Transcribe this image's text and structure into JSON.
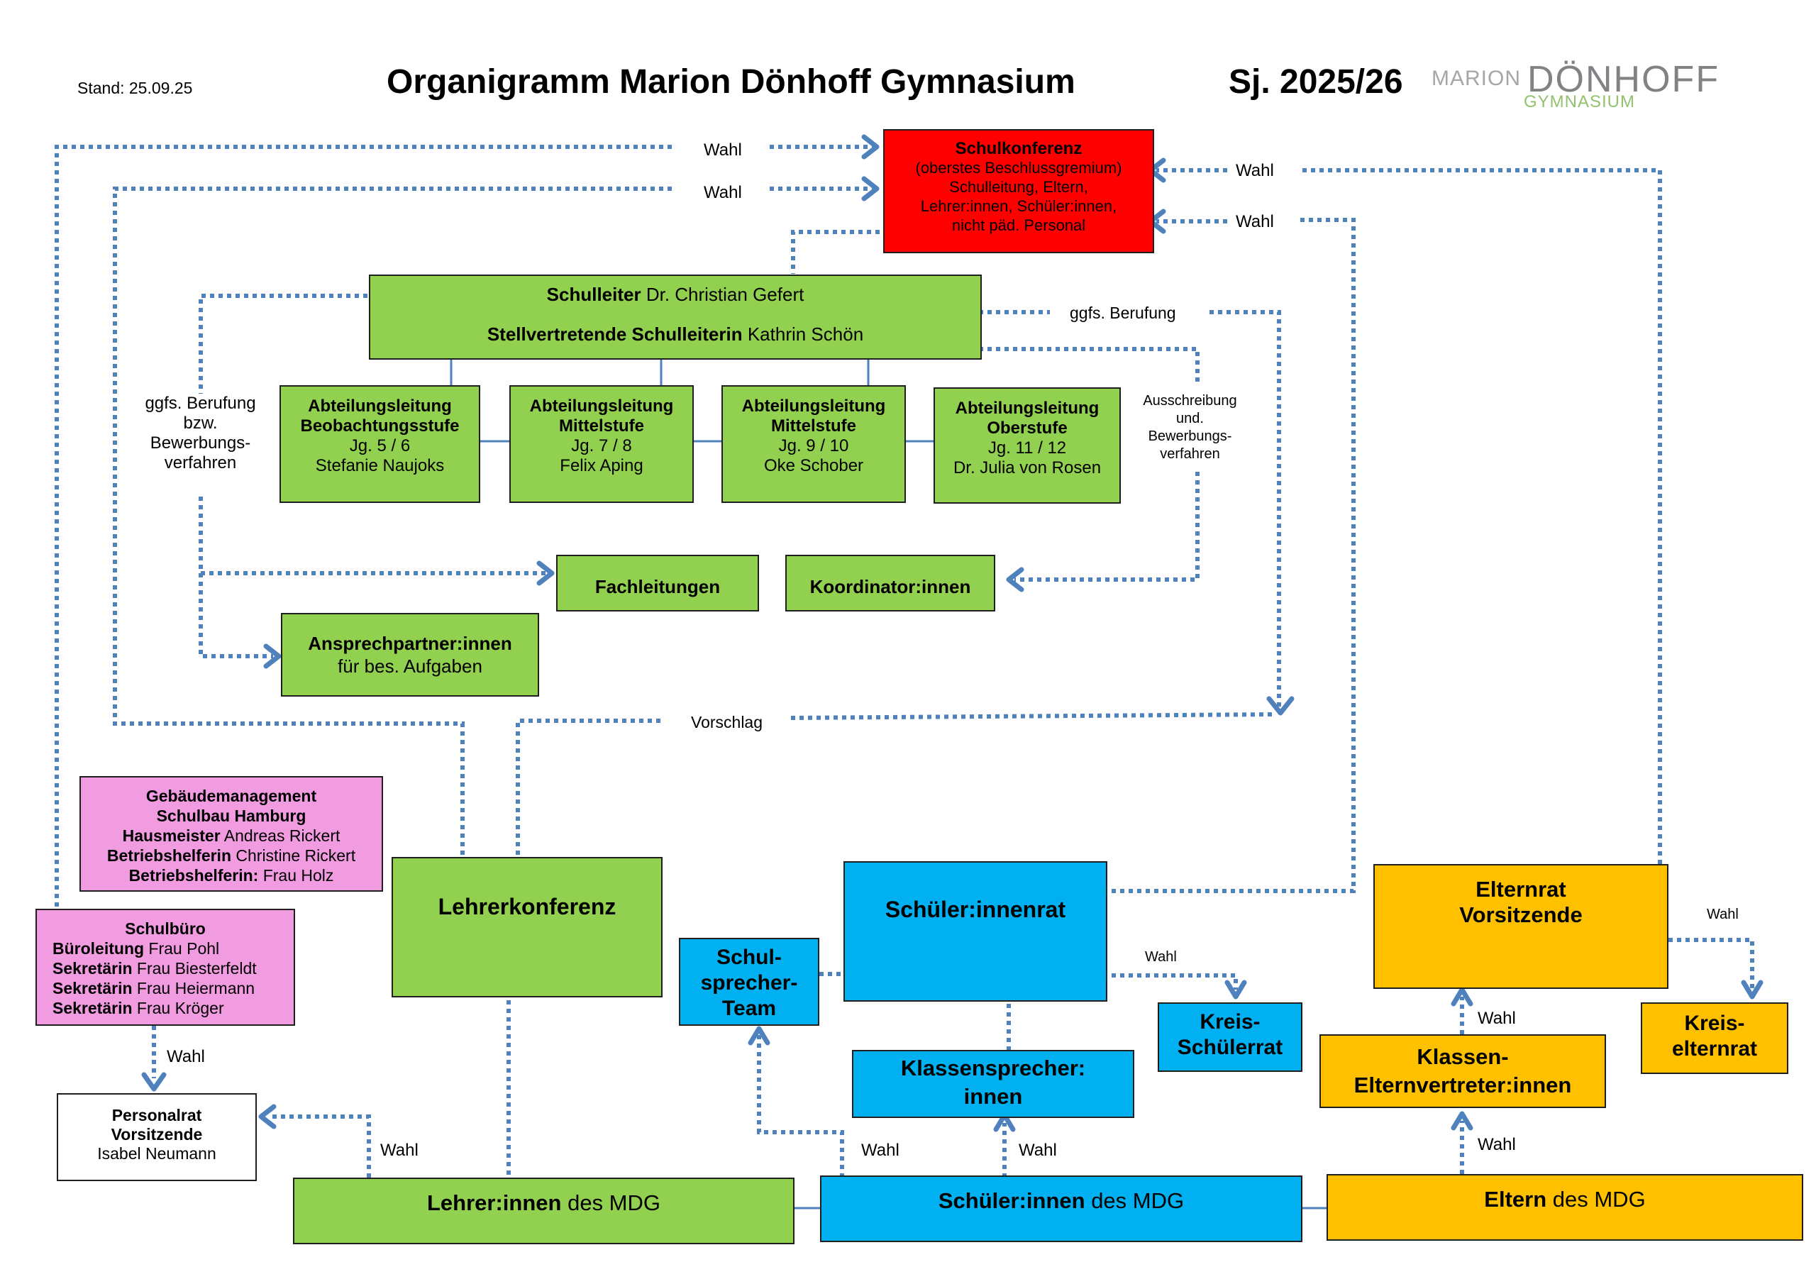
{
  "header": {
    "stand": "Stand: 25.09.25",
    "title": "Organigramm Marion Dönhoff Gymnasium",
    "school_year": "Sj. 2025/26",
    "logo": {
      "marion": "MARION",
      "doenhoff": "DÖNHOFF",
      "gymnasium": "GYMNASIUM"
    }
  },
  "colors": {
    "green": "#92d050",
    "red": "#ff0000",
    "pink": "#f19be0",
    "blue": "#00b0f0",
    "orange": "#ffc000",
    "connector": "#4f81bd"
  },
  "schulkonferenz": {
    "title": "Schulkonferenz",
    "lines": [
      "(oberstes Beschlussgremium)",
      "Schulleitung, Eltern,",
      "Lehrer:innen, Schüler:innen,",
      "nicht päd. Personal"
    ]
  },
  "schulleitung": {
    "leiter_role": "Schulleiter",
    "leiter_name": " Dr. Christian Gefert",
    "stellv_role": "Stellvertretende Schulleiterin",
    "stellv_name": " Kathrin Schön"
  },
  "abteilungen": [
    {
      "title": "Abteilungsleitung",
      "stufe": "Beobachtungsstufe",
      "jg": "Jg. 5 / 6",
      "name": "Stefanie Naujoks"
    },
    {
      "title": "Abteilungsleitung",
      "stufe": "Mittelstufe",
      "jg": "Jg. 7 / 8",
      "name": "Felix Aping"
    },
    {
      "title": "Abteilungsleitung",
      "stufe": "Mittelstufe",
      "jg": "Jg. 9 / 10",
      "name": "Oke Schober"
    },
    {
      "title": "Abteilungsleitung",
      "stufe": "Oberstufe",
      "jg": "Jg. 11 / 12",
      "name": "Dr. Julia von Rosen"
    }
  ],
  "fachleitungen": "Fachleitungen",
  "koordinatoren": "Koordinator:innen",
  "ansprechpartner": {
    "title": "Ansprechpartner:innen",
    "sub": "für bes. Aufgaben"
  },
  "gebaeude": {
    "title1": "Gebäudemanagement",
    "title2": "Schulbau Hamburg",
    "rows": [
      {
        "role": "Hausmeister",
        "name": " Andreas Rickert"
      },
      {
        "role": "Betriebshelferin",
        "name": " Christine Rickert"
      },
      {
        "role": "Betriebshelferin:",
        "name": " Frau Holz"
      }
    ]
  },
  "schulbuero": {
    "title": "Schulbüro",
    "rows": [
      {
        "role": "Büroleitung",
        "name": " Frau Pohl"
      },
      {
        "role": "Sekretärin",
        "name": " Frau Biesterfeldt"
      },
      {
        "role": "Sekretärin",
        "name": " Frau Heiermann"
      },
      {
        "role": "Sekretärin",
        "name": " Frau Kröger"
      }
    ]
  },
  "personalrat": {
    "title1": "Personalrat",
    "title2": "Vorsitzende",
    "name": "Isabel Neumann"
  },
  "lehrerkonferenz": "Lehrerkonferenz",
  "schuelerrat": "Schüler:innenrat",
  "schulsprecher": [
    "Schul-",
    "sprecher-",
    "Team"
  ],
  "klassensprecher": [
    "Klassensprecher:",
    "innen"
  ],
  "kreisschuelerrat": [
    "Kreis-",
    "Schülerrat"
  ],
  "elternrat": [
    "Elternrat",
    "Vorsitzende"
  ],
  "klasseneltern": [
    "Klassen-",
    "Elternvertreter:innen"
  ],
  "kreiselternrat": [
    "Kreis-",
    "elternrat"
  ],
  "bottom": {
    "lehrer_bold": "Lehrer:innen",
    "lehrer_rest": " des MDG",
    "schueler_bold": "Schüler:innen",
    "schueler_rest": " des MDG",
    "eltern_bold": "Eltern",
    "eltern_rest": " des MDG"
  },
  "labels": {
    "wahl": "Wahl",
    "ggfs_berufung": "ggfs. Berufung",
    "vorschlag": "Vorschlag",
    "left_note": [
      "ggfs. Berufung",
      "bzw.",
      "Bewerbungs-",
      "verfahren"
    ],
    "right_note": [
      "Ausschreibung",
      "und.",
      "Bewerbungs-",
      "verfahren"
    ]
  }
}
